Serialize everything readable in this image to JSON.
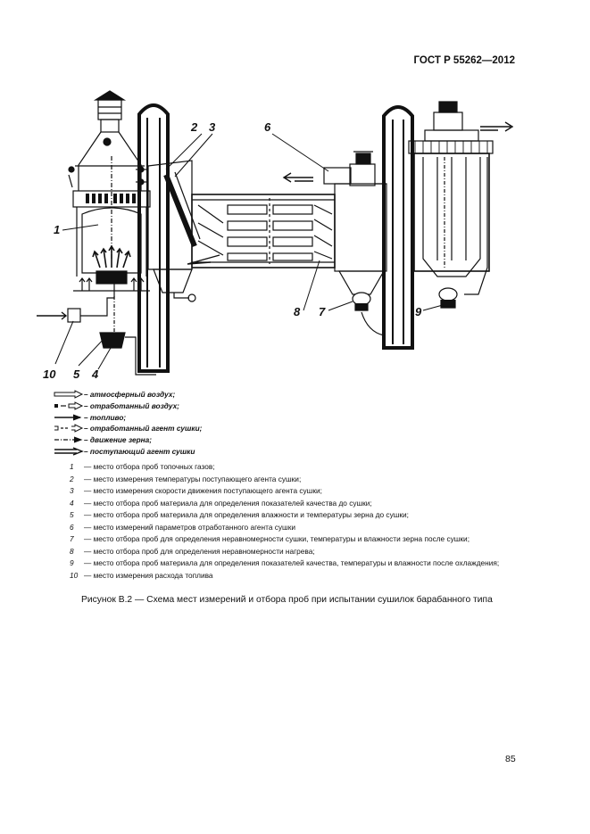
{
  "header": {
    "standard": "ГОСТ Р 55262—2012"
  },
  "diagram": {
    "callouts": [
      "1",
      "2",
      "3",
      "4",
      "5",
      "6",
      "7",
      "8",
      "9",
      "10"
    ]
  },
  "legend": [
    {
      "symbol": "hollow-arrow",
      "label": "– атмосферный воздух;"
    },
    {
      "symbol": "split-hollow-arrow",
      "label": "– отработанный воздух;"
    },
    {
      "symbol": "line-arrow",
      "label": "– топливо;"
    },
    {
      "symbol": "dashed-split-arrow",
      "label": "– отработанный агент сушки;"
    },
    {
      "symbol": "dash-dot-arrow",
      "label": "– движение зерна;"
    },
    {
      "symbol": "double-arrow",
      "label": "– поступающий агент сушки"
    }
  ],
  "items": [
    {
      "num": "1",
      "text": "— место отбора проб топочных газов;"
    },
    {
      "num": "2",
      "text": "— место измерения температуры поступающего агента сушки;"
    },
    {
      "num": "3",
      "text": "— место измерения скорости движения поступающего агента сушки;"
    },
    {
      "num": "4",
      "text": "— место отбора проб материала для определения показателей качества до сушки;"
    },
    {
      "num": "5",
      "text": "— место отбора проб материала для определения влажности и температуры зерна до сушки;"
    },
    {
      "num": "6",
      "text": "— место измерений параметров отработанного агента сушки"
    },
    {
      "num": "7",
      "text": "— место отбора проб для определения неравномерности сушки, температуры и влажности зерна после сушки;"
    },
    {
      "num": "8",
      "text": "— место отбора проб для определения неравномерности нагрева;"
    },
    {
      "num": "9",
      "text": "— место отбора проб материала для определения показателей качества, температуры и влажности после охлаждения;"
    },
    {
      "num": "10",
      "text": "— место измерения расхода топлива"
    }
  ],
  "caption": "Рисунок В.2 — Схема мест измерений и отбора проб при испытании сушилок барабанного типа",
  "page_number": "85"
}
